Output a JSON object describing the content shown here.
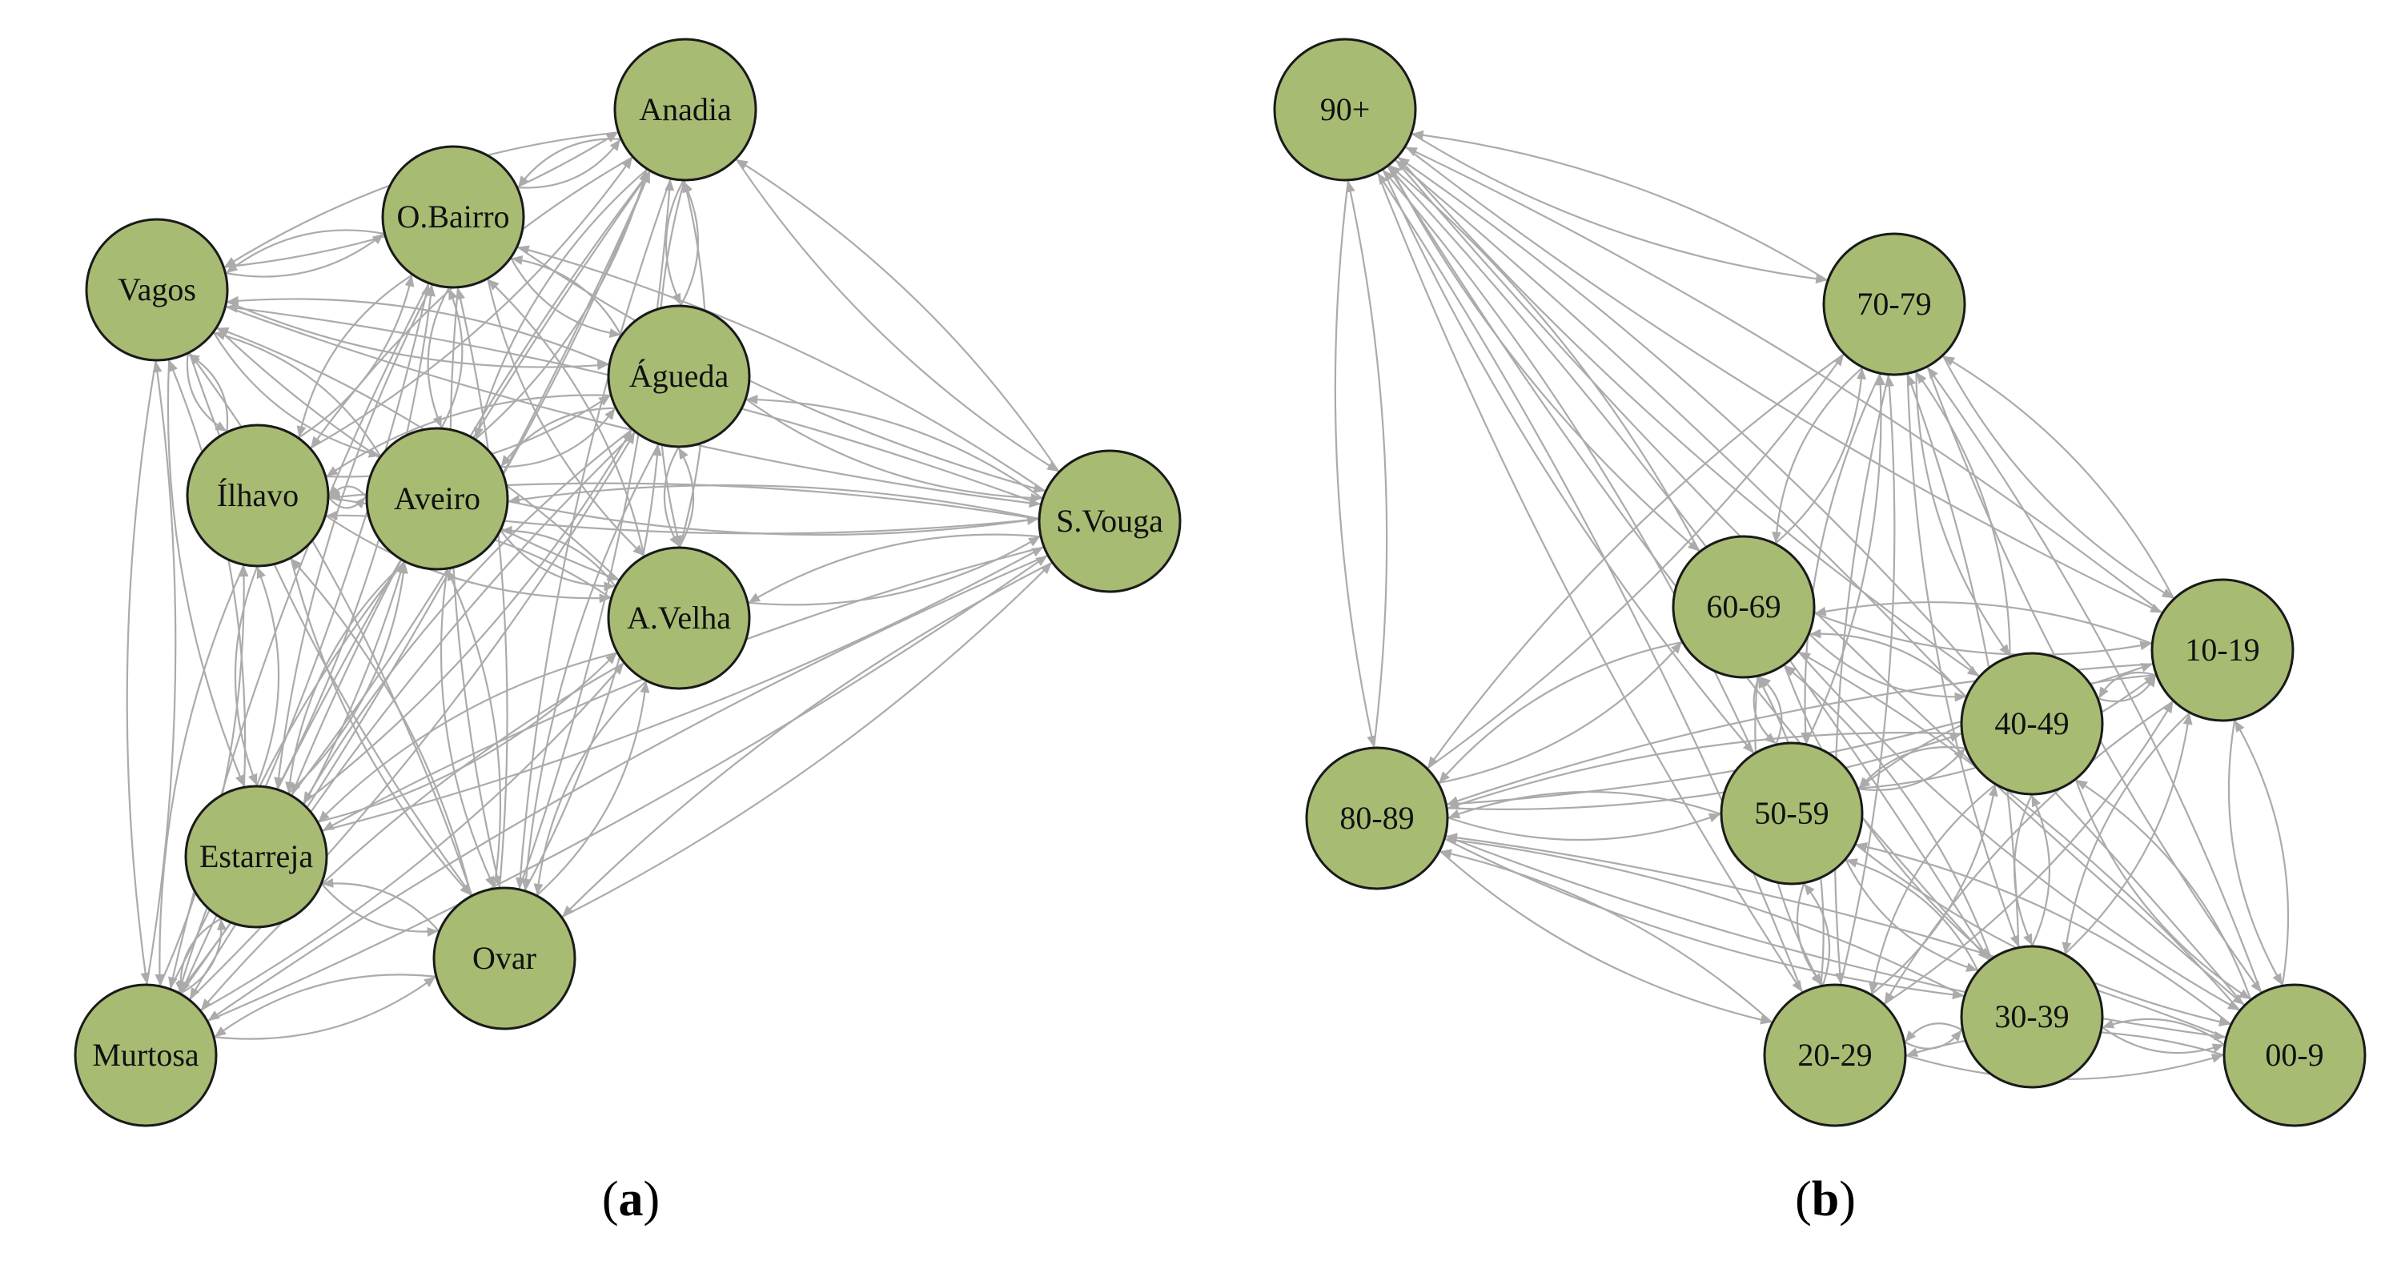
{
  "colors": {
    "node_fill": "#a8bb73",
    "node_stroke": "#1a1a1a",
    "edge": "#ababab"
  },
  "panels": [
    {
      "caption_letter": "a",
      "nodes": [
        {
          "id": "anadia",
          "label": "Anadia"
        },
        {
          "id": "obairro",
          "label": "O.Bairro"
        },
        {
          "id": "vagos",
          "label": "Vagos"
        },
        {
          "id": "agueda",
          "label": "Águeda"
        },
        {
          "id": "ilhavo",
          "label": "Ílhavo"
        },
        {
          "id": "aveiro",
          "label": "Aveiro"
        },
        {
          "id": "svouga",
          "label": "S.Vouga"
        },
        {
          "id": "avelha",
          "label": "A.Velha"
        },
        {
          "id": "estarreja",
          "label": "Estarreja"
        },
        {
          "id": "ovar",
          "label": "Ovar"
        },
        {
          "id": "murtosa",
          "label": "Murtosa"
        }
      ]
    },
    {
      "caption_letter": "b",
      "nodes": [
        {
          "id": "a90",
          "label": "90+"
        },
        {
          "id": "a70",
          "label": "70-79"
        },
        {
          "id": "a60",
          "label": "60-69"
        },
        {
          "id": "a10",
          "label": "10-19"
        },
        {
          "id": "a40",
          "label": "40-49"
        },
        {
          "id": "a80",
          "label": "80-89"
        },
        {
          "id": "a50",
          "label": "50-59"
        },
        {
          "id": "a30",
          "label": "30-39"
        },
        {
          "id": "a20",
          "label": "20-29"
        },
        {
          "id": "a00",
          "label": "00-9"
        }
      ]
    }
  ]
}
